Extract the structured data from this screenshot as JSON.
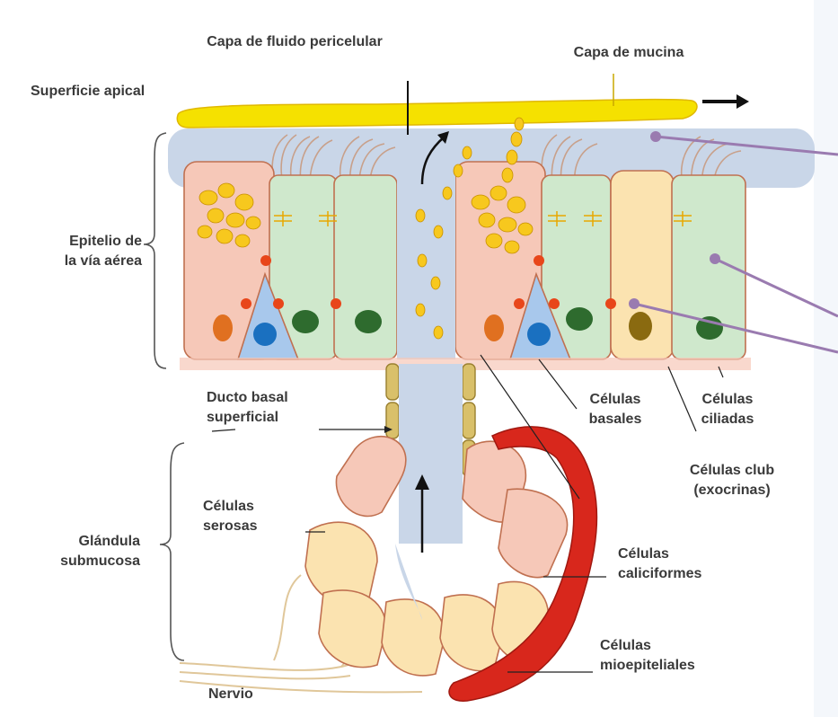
{
  "labels": {
    "pericellular": "Capa de fluido pericelular",
    "mucin": "Capa de mucina",
    "apical": "Superficie apical",
    "epithelium_1": "Epitelio de",
    "epithelium_2": "la vía aérea",
    "duct_1": "Ducto basal",
    "duct_2": "superficial",
    "basal_1": "Células",
    "basal_2": "basales",
    "ciliated_1": "Células",
    "ciliated_2": "ciliadas",
    "club_1": "Células club",
    "club_2": "(exocrinas)",
    "serous_1": "Células",
    "serous_2": "serosas",
    "gland_1": "Glándula",
    "gland_2": "submucosa",
    "goblet_1": "Células",
    "goblet_2": "caliciformes",
    "myo_1": "Células",
    "myo_2": "mioepiteliales",
    "nerve": "Nervio"
  },
  "colors": {
    "mucus": "#f5e100",
    "pcl_fluid": "#c9d6e8",
    "goblet_cell": "#f6c8b8",
    "ciliated_cell": "#cfe8cc",
    "club_cell": "#fbe3b0",
    "basal_cell": "#a8c8ec",
    "myoepithelial": "#d8271c",
    "granule": "#f7c81e",
    "pointer_line": "#9a7bb0"
  }
}
